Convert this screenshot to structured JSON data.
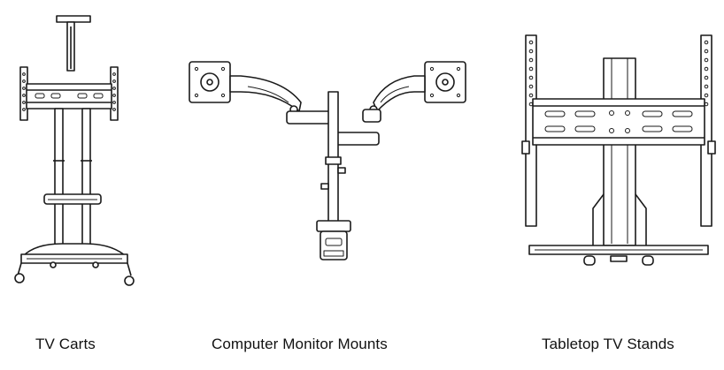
{
  "products": [
    {
      "label": "TV Carts",
      "icon": "tv-cart-illustration"
    },
    {
      "label": "Computer Monitor Mounts",
      "icon": "dual-monitor-arm-illustration"
    },
    {
      "label": "Tabletop TV Stands",
      "icon": "tabletop-tv-stand-illustration"
    }
  ],
  "colors": {
    "line": "#1a1a1a",
    "fill": "#ffffff",
    "background": "#ffffff"
  }
}
